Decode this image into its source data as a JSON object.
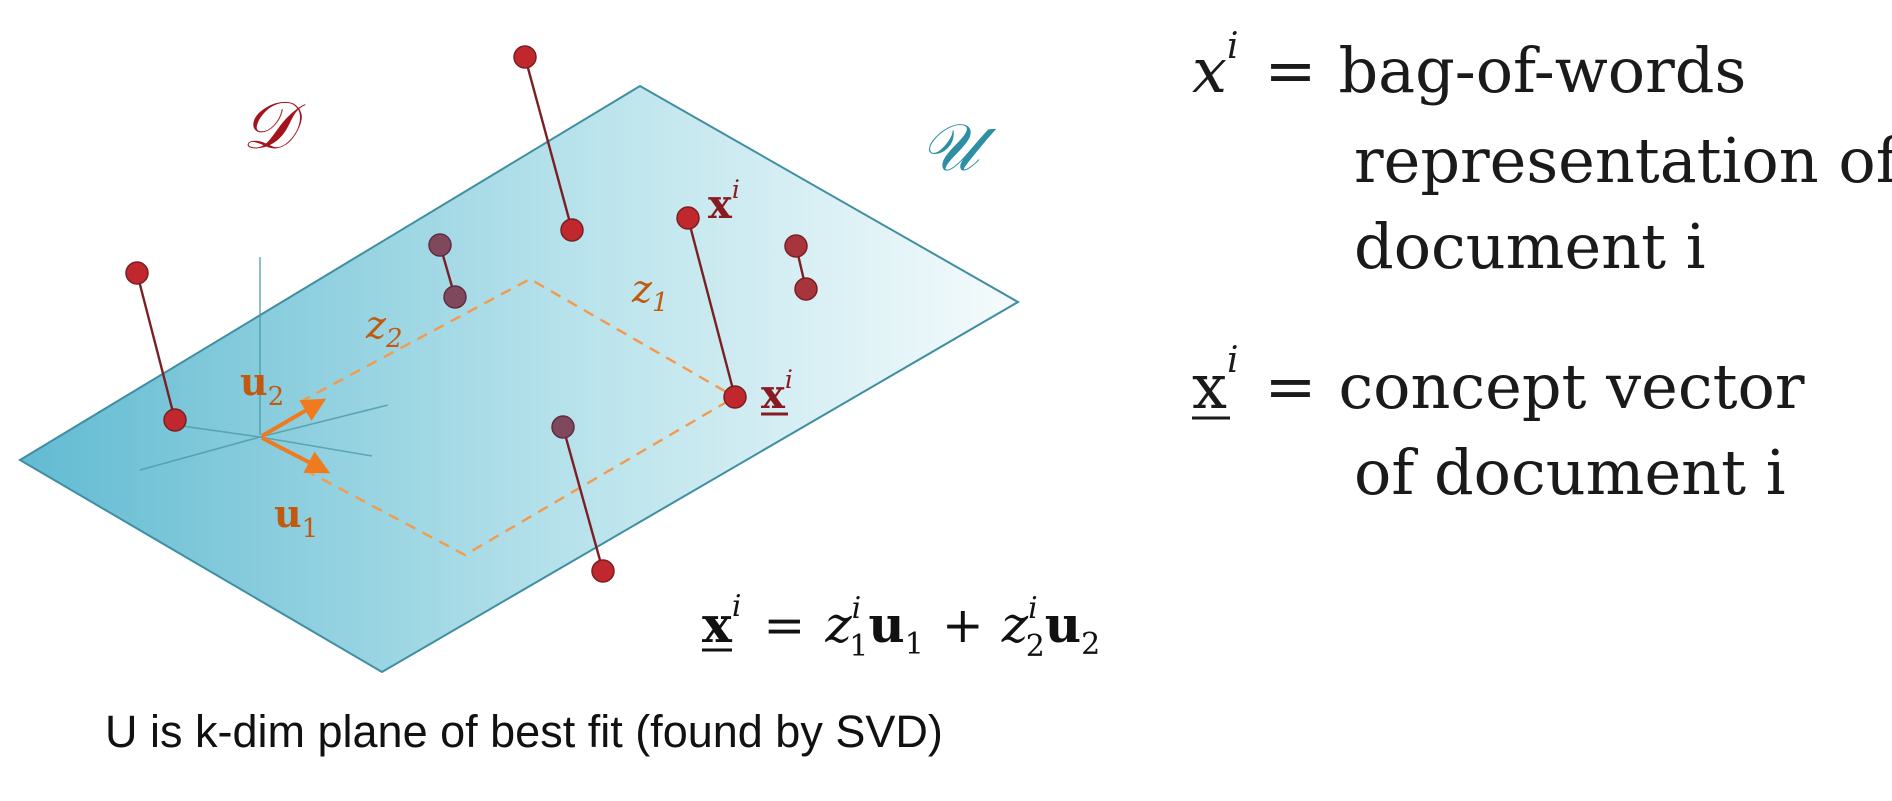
{
  "diagram": {
    "data_space_label": "𝒟",
    "plane_label": "𝒰",
    "colors": {
      "plane": "#8ecfdc",
      "plane_edge": "#3f8ea2",
      "data_point": "#c0282d",
      "projection_line": "#7a1f24",
      "basis_arrow": "#f07a1e",
      "dashed_projection": "#f39a4c",
      "label_red": "#a4121c",
      "label_teal": "#2d8fa6",
      "label_orange": "#c05a10"
    },
    "basis": {
      "u1_label": "u",
      "u1_sub": "1",
      "u2_label": "u",
      "u2_sub": "2"
    },
    "coords": {
      "z1_label": "z",
      "z1_sub": "1",
      "z2_label": "z",
      "z2_sub": "2"
    },
    "point_labels": {
      "x_original": "x",
      "x_original_sup": "i",
      "x_concept": "x",
      "x_concept_sup": "i"
    },
    "equation": {
      "lhs": "x",
      "lhs_sup": "i",
      "equals": "=",
      "z": "z",
      "z1_sub": "1",
      "z1_sup": "i",
      "u": "u",
      "u1_sub": "1",
      "plus": "+",
      "z2_sub": "2",
      "z2_sup": "i",
      "u2_sub": "2"
    }
  },
  "definitions": [
    {
      "symbol": "x",
      "sup": "i",
      "equals": "=",
      "lines": [
        "bag-of-words",
        "representation of",
        "document i"
      ]
    },
    {
      "symbol": "x",
      "sup": "i",
      "equals": "=",
      "lines": [
        "concept vector",
        "of document i"
      ]
    }
  ],
  "caption": "U is k-dim plane of best fit (found by SVD)"
}
